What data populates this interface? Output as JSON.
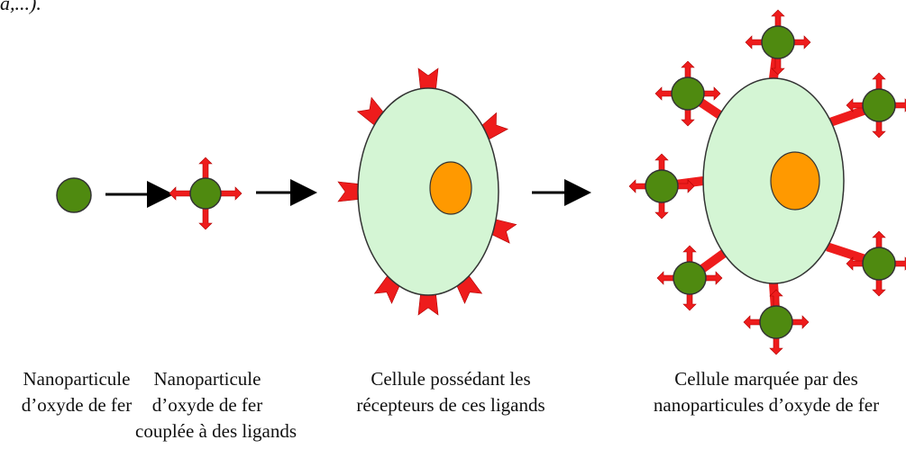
{
  "fragment_text": "a,...).",
  "colors": {
    "nanoparticle": "#4f8a10",
    "ligand": "#ee1c1c",
    "cell": "#d4f5d4",
    "nucleus": "#ff9900",
    "outline": "#333333",
    "arrow": "#000000"
  },
  "captions": {
    "stage1": {
      "line1": "Nanoparticule",
      "line2": "d’oxyde de fer",
      "line3": ""
    },
    "stage2": {
      "line1": "Nanoparticule",
      "line2": "d’oxyde de fer",
      "line3": "couplée à des ligands"
    },
    "stage3": {
      "line1": "Cellule possédant les",
      "line2": "récepteurs de ces ligands",
      "line3": ""
    },
    "stage4": {
      "line1": "Cellule marquée par des",
      "line2": "nanoparticules d’oxyde de fer",
      "line3": ""
    }
  },
  "icons": {
    "process_arrow": "right-arrow-icon",
    "ligand": "ligand-arrow-icon",
    "receptor": "receptor-notch-icon"
  }
}
